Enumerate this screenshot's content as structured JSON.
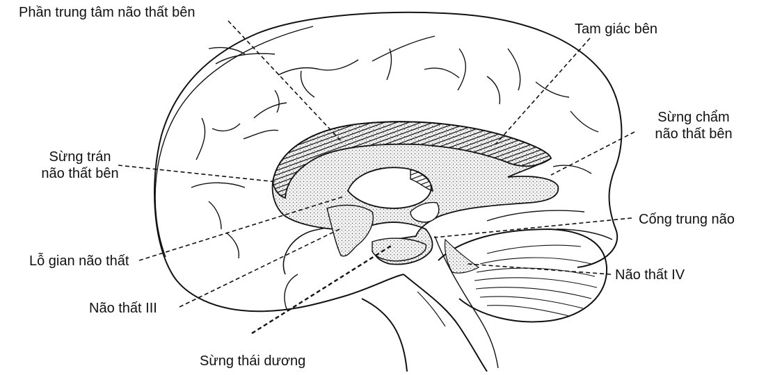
{
  "labels": {
    "central_part": "Phần trung tâm não thất bên",
    "lateral_triangle": "Tam giác bên",
    "occipital_horn_1": "Sừng chẩm",
    "occipital_horn_2": "não thất bên",
    "frontal_horn_1": "Sừng trán",
    "frontal_horn_2": "não thất bên",
    "aqueduct": "Cống trung não",
    "interventricular_foramen": "Lỗ gian não thất",
    "fourth_ventricle": "Não thất IV",
    "third_ventricle": "Não thất III",
    "temporal_horn": "Sừng thái dương"
  },
  "colors": {
    "ink": "#111111",
    "background": "#ffffff",
    "ventricle_fill": "#e6e6e6"
  }
}
